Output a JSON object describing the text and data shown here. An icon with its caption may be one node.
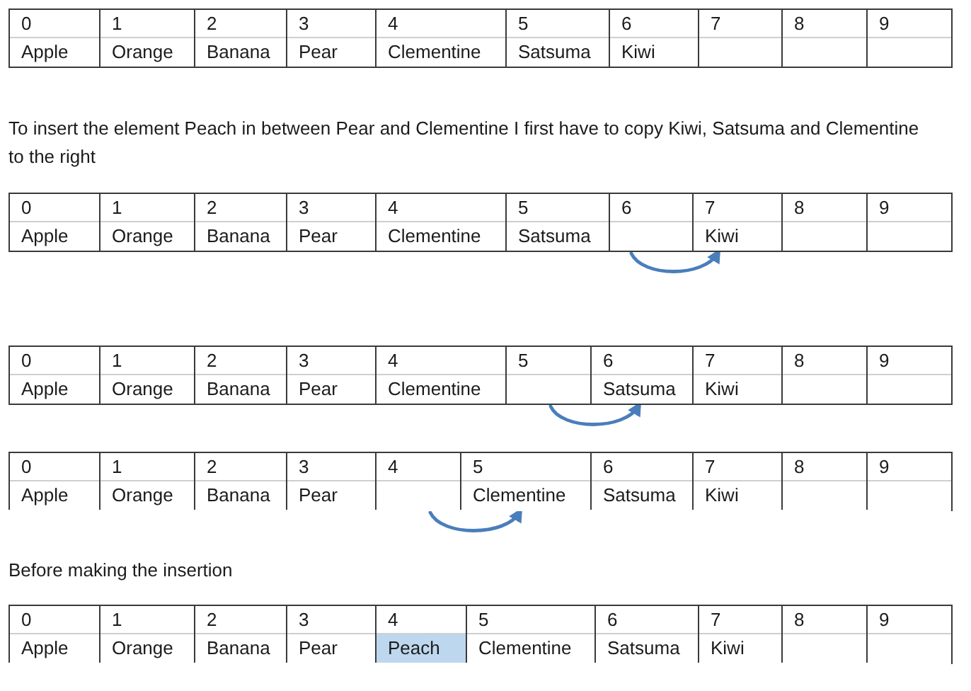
{
  "diagram": {
    "nodes": [
      {
        "text": [],
        "shape": "box"
      },
      {
        "text": [
          "0",
          "Apple"
        ],
        "in": 0
      },
      {
        "text": [
          "1",
          "Orange"
        ],
        "in": 0
      },
      {
        "text": [
          "2",
          "Banana"
        ],
        "in": 0
      },
      {
        "text": [
          "3",
          "Pear"
        ],
        "in": 0
      },
      {
        "text": [
          "4",
          "Clementine"
        ],
        "in": 0
      },
      {
        "text": [
          "5",
          "Satsuma"
        ],
        "in": 0
      },
      {
        "text": [
          "6",
          "Kiwi"
        ],
        "in": 0
      },
      {
        "text": [
          "7"
        ],
        "in": 0
      },
      {
        "text": [
          "8"
        ],
        "in": 0
      },
      {
        "text": [
          "9"
        ],
        "in": 0
      },
      {
        "text": [],
        "shape": "box"
      },
      {
        "text": [
          "0",
          "Apple"
        ],
        "in": 11
      },
      {
        "text": [
          "1",
          "Orange"
        ],
        "in": 11
      },
      {
        "text": [
          "2",
          "Banana"
        ],
        "in": 11
      },
      {
        "text": [
          "3",
          "Pear"
        ],
        "in": 11
      },
      {
        "text": [
          "4",
          "Clementine"
        ],
        "in": 11
      },
      {
        "text": [
          "5",
          "Satsuma"
        ],
        "in": 11
      },
      {
        "text": [
          "6"
        ],
        "in": 11
      },
      {
        "text": [
          "7",
          "Kiwi"
        ],
        "in": 11
      },
      {
        "text": [
          "8"
        ],
        "in": 11
      },
      {
        "text": [
          "9"
        ],
        "in": 11
      },
      {
        "text": [],
        "shape": "box"
      },
      {
        "text": [
          "0",
          "Apple"
        ],
        "in": 22
      },
      {
        "text": [
          "1",
          "Orange"
        ],
        "in": 22
      },
      {
        "text": [
          "2",
          "Banana"
        ],
        "in": 22
      },
      {
        "text": [
          "3",
          "Pear"
        ],
        "in": 22
      },
      {
        "text": [
          "4",
          "Clementine"
        ],
        "in": 22
      },
      {
        "text": [
          "5"
        ],
        "in": 22
      },
      {
        "text": [
          "6",
          "Satsuma"
        ],
        "in": 22
      },
      {
        "text": [
          "7",
          "Kiwi"
        ],
        "in": 22
      },
      {
        "text": [
          "8"
        ],
        "in": 22
      },
      {
        "text": [
          "9"
        ],
        "in": 22
      },
      {
        "text": [],
        "shape": "box"
      },
      {
        "text": [
          "0",
          "Apple"
        ],
        "in": 33
      },
      {
        "text": [
          "1",
          "Orange"
        ],
        "in": 33
      },
      {
        "text": [
          "2",
          "Banana"
        ],
        "in": 33
      },
      {
        "text": [
          "3",
          "Pear"
        ],
        "in": 33
      },
      {
        "text": [
          "4"
        ],
        "in": 33
      },
      {
        "text": [
          "5",
          "Clementine"
        ],
        "in": 33
      },
      {
        "text": [
          "6",
          "Satsuma"
        ],
        "in": 33
      },
      {
        "text": [
          "7",
          "Kiwi"
        ],
        "in": 33
      },
      {
        "text": [
          "8"
        ],
        "in": 33
      },
      {
        "text": [
          "9"
        ],
        "in": 33
      },
      {
        "text": [],
        "shape": "box"
      },
      {
        "text": [
          "0",
          "Apple"
        ],
        "in": 44
      },
      {
        "text": [
          "1",
          "Orange"
        ],
        "in": 44
      },
      {
        "text": [
          "2",
          "Banana"
        ],
        "in": 44
      },
      {
        "text": [
          "3",
          "Pear"
        ],
        "in": 44
      },
      {
        "text": [
          "4",
          "Peach"
        ],
        "in": 44
      },
      {
        "text": [
          "5",
          "Clementine"
        ],
        "in": 44
      },
      {
        "text": [
          "6",
          "Satsuma"
        ],
        "in": 44
      },
      {
        "text": [
          "7",
          "Kiwi"
        ],
        "in": 44
      },
      {
        "text": [
          "8"
        ],
        "in": 44
      },
      {
        "text": [
          "9"
        ],
        "in": 44
      }
    ],
    "edges": [
      {
        "from": 18,
        "to": 19,
        "arrow": "to"
      },
      {
        "from": 28,
        "to": 29,
        "arrow": "to"
      },
      {
        "from": 38,
        "to": 39,
        "arrow": "to"
      }
    ],
    "labels": [
      "To insert the element Peach in between Pear and Clementine I first have to copy Kiwi, Satsuma and Clementine to the right",
      "Before making the insertion"
    ]
  }
}
